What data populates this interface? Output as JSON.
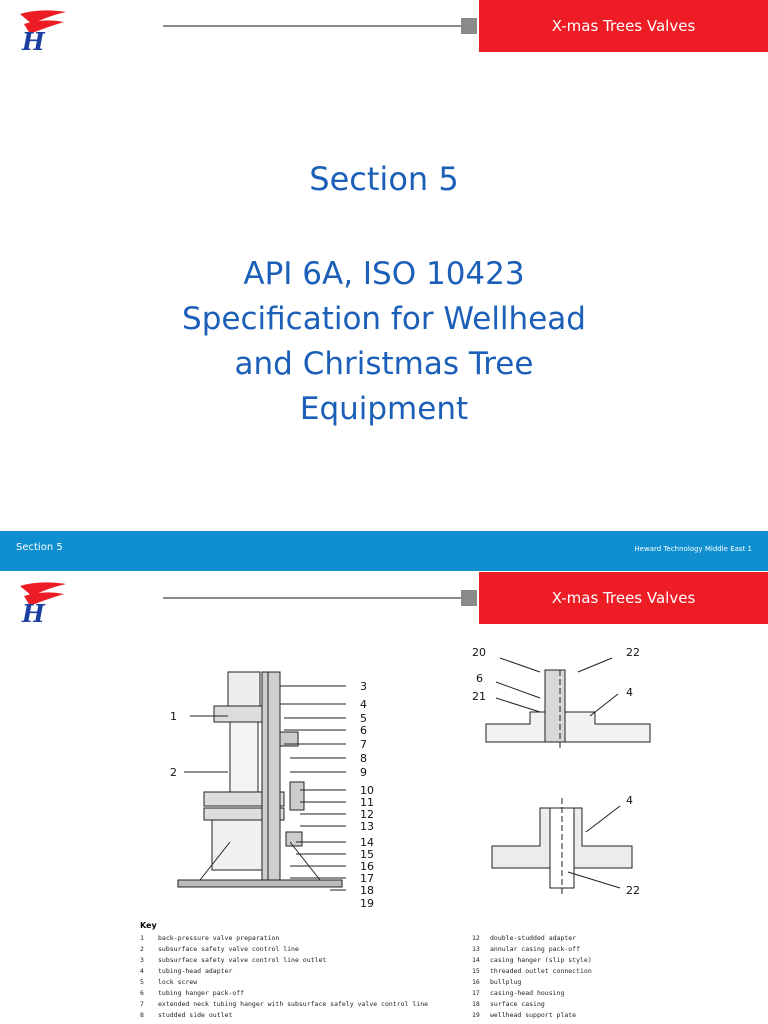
{
  "slide1": {
    "header_tag": "X-mas Trees Valves",
    "title_line1": "Section 5",
    "title_lines": [
      "API 6A, ISO 10423",
      "Specification for Wellhead",
      "and Christmas Tree",
      "Equipment"
    ],
    "footer_left": "Section 5",
    "footer_right": "Heward Technology Middle East  1"
  },
  "slide2": {
    "header_tag": "X-mas Trees Valves",
    "key_title": "Key",
    "key_left": [
      {
        "n": "1",
        "t": "back-pressure valve preparation"
      },
      {
        "n": "2",
        "t": "subsurface safety valve control line"
      },
      {
        "n": "3",
        "t": "subsurface safety valve control line outlet"
      },
      {
        "n": "4",
        "t": "tubing-head adapter"
      },
      {
        "n": "5",
        "t": "lock screw"
      },
      {
        "n": "6",
        "t": "tubing hanger pack-off"
      },
      {
        "n": "7",
        "t": "extended neck tubing hanger with subsurface safely valve control line"
      },
      {
        "n": "8",
        "t": "studded side outlet"
      }
    ],
    "key_right": [
      {
        "n": "12",
        "t": "double-studded adapter"
      },
      {
        "n": "13",
        "t": "annular casing pack-off"
      },
      {
        "n": "14",
        "t": "casing hanger (slip style)"
      },
      {
        "n": "15",
        "t": "threaded outlet connection"
      },
      {
        "n": "16",
        "t": "bullplug"
      },
      {
        "n": "17",
        "t": "casing-head housing"
      },
      {
        "n": "18",
        "t": "surface casing"
      },
      {
        "n": "19",
        "t": "wellhead support plate"
      }
    ],
    "callouts_left": [
      "1",
      "2"
    ],
    "callouts_right": [
      "3",
      "4",
      "5",
      "6",
      "7",
      "8",
      "9",
      "10",
      "11",
      "12",
      "13",
      "14",
      "15",
      "16",
      "17",
      "18",
      "19"
    ],
    "detail_top_callouts": [
      "20",
      "22",
      "6",
      "21",
      "4"
    ],
    "detail_bottom_callouts": [
      "4",
      "22"
    ]
  },
  "colors": {
    "brand_red": "#ee1c25",
    "title_blue": "#1b5fb8",
    "footer_blue": "#0f8fd0"
  },
  "icons": [
    "company-logo"
  ]
}
